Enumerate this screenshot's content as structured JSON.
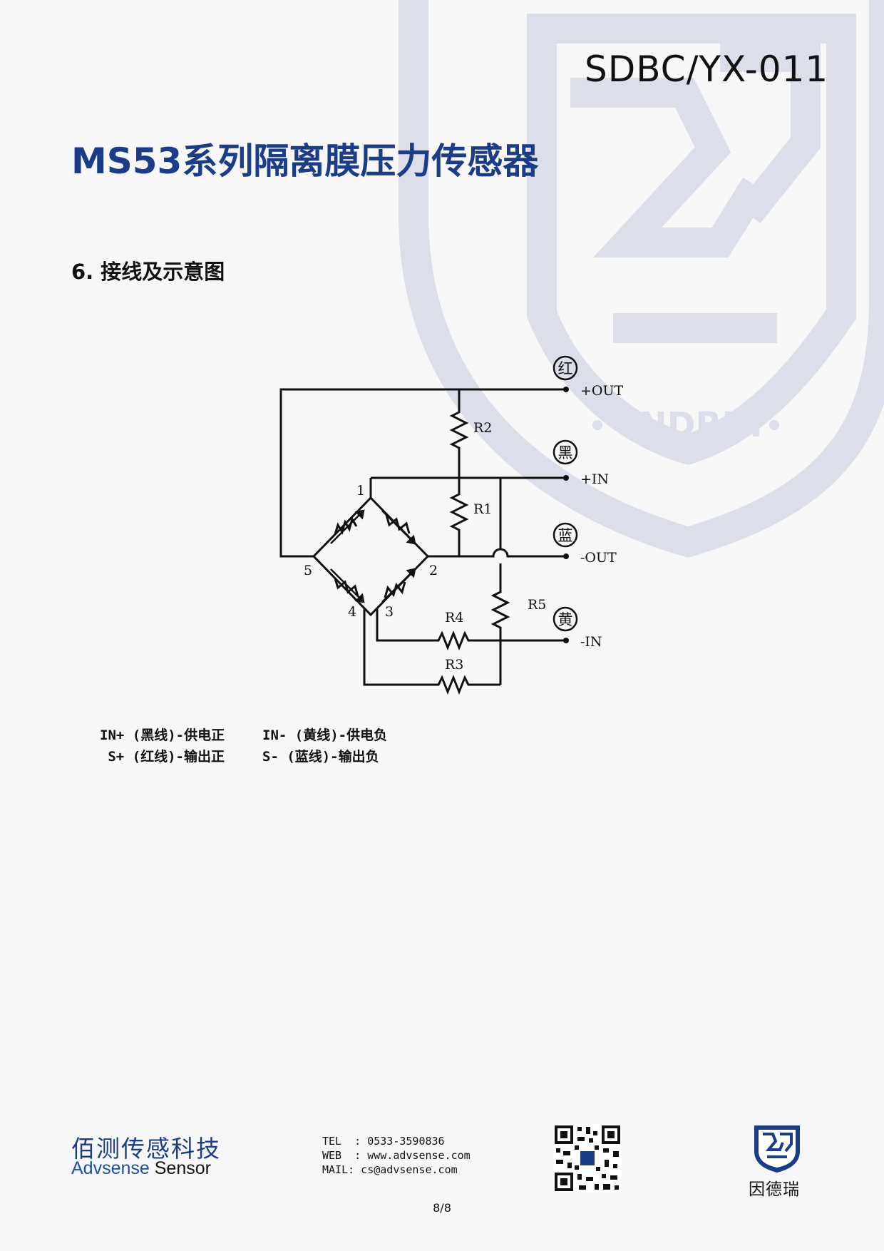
{
  "header": {
    "doc_code": "SDBC/YX-011",
    "title": "MS53系列隔离膜压力传感器",
    "section_title": "6. 接线及示意图"
  },
  "diagram": {
    "terminals": [
      {
        "color_label": "红",
        "signal": "+OUT"
      },
      {
        "color_label": "黑",
        "signal": "+IN"
      },
      {
        "color_label": "蓝",
        "signal": "-OUT"
      },
      {
        "color_label": "黄",
        "signal": "-IN"
      }
    ],
    "resistors": [
      "R1",
      "R2",
      "R3",
      "R4",
      "R5"
    ],
    "nodes": [
      "1",
      "2",
      "3",
      "4",
      "5"
    ]
  },
  "legend": {
    "left": [
      "IN+ (黑线)-供电正",
      "S+ (红线)-输出正"
    ],
    "right": [
      "IN- (黄线)-供电负",
      "S- (蓝线)-输出负"
    ]
  },
  "footer": {
    "company_cn": "佰测传感科技",
    "company_en_a": "Advsense",
    "company_en_b": " Sensor",
    "contact": [
      "TEL  : 0533-3590836",
      "WEB  : www.advsense.com",
      "MAIL: cs@advsense.com"
    ],
    "brand_name": "因德瑞",
    "watermark_text": "YNDRUI",
    "page_number": "8/8"
  },
  "colors": {
    "title_blue": "#1b3c86",
    "watermark": "#d9dbe8"
  }
}
